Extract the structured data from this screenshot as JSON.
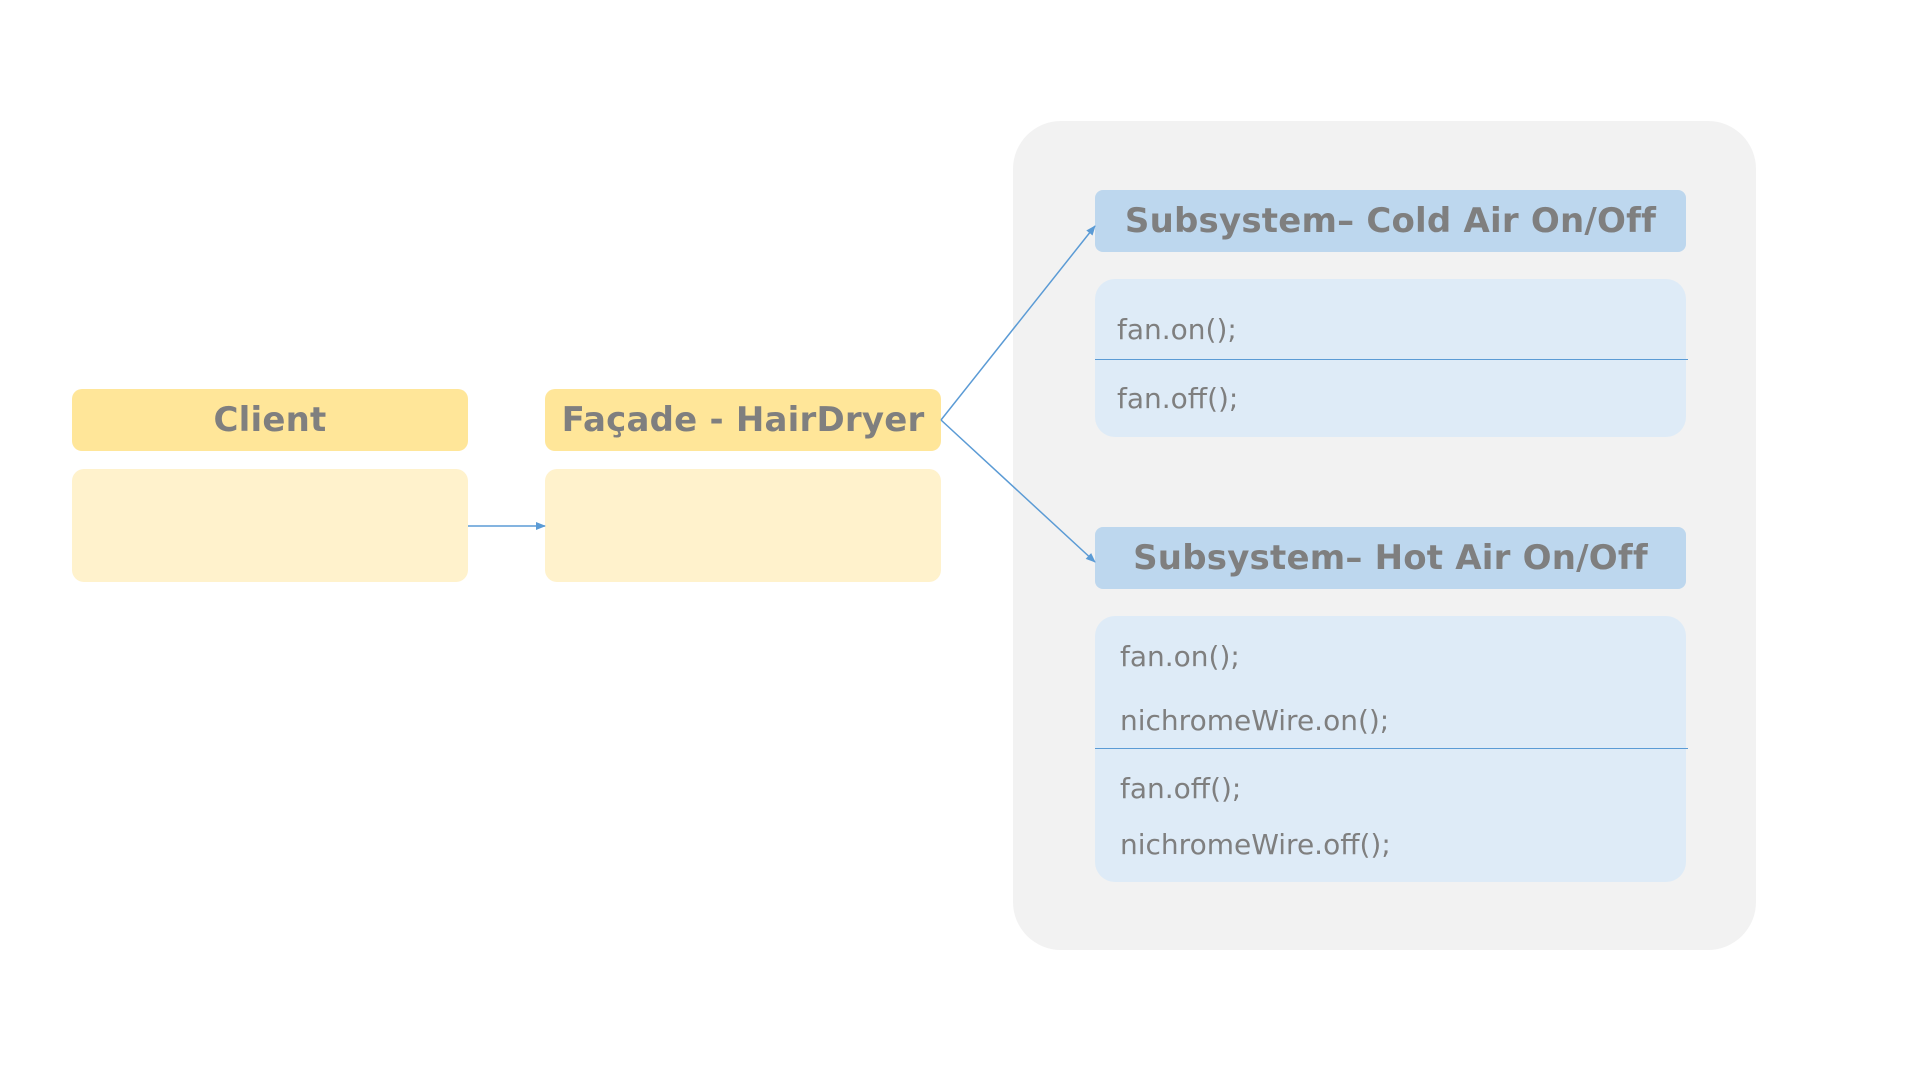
{
  "client": {
    "title": "Client"
  },
  "facade": {
    "title": "Façade - HairDryer"
  },
  "subsystems": [
    {
      "title": "Subsystem– Cold Air On/Off",
      "on_methods": [
        "fan.on();"
      ],
      "off_methods": [
        "fan.off();"
      ]
    },
    {
      "title": "Subsystem– Hot Air On/Off",
      "on_methods": [
        "fan.on();",
        "nichromeWire.on();"
      ],
      "off_methods": [
        "fan.off();",
        "nichromeWire.off();"
      ]
    }
  ],
  "colors": {
    "yellow_header": "#ffe699",
    "yellow_body": "#fff2cc",
    "blue_header": "#bdd7ee",
    "blue_body": "#deebf7",
    "group_background": "#f2f2f2",
    "arrow": "#5b9bd5",
    "text": "#7f7f7f"
  }
}
